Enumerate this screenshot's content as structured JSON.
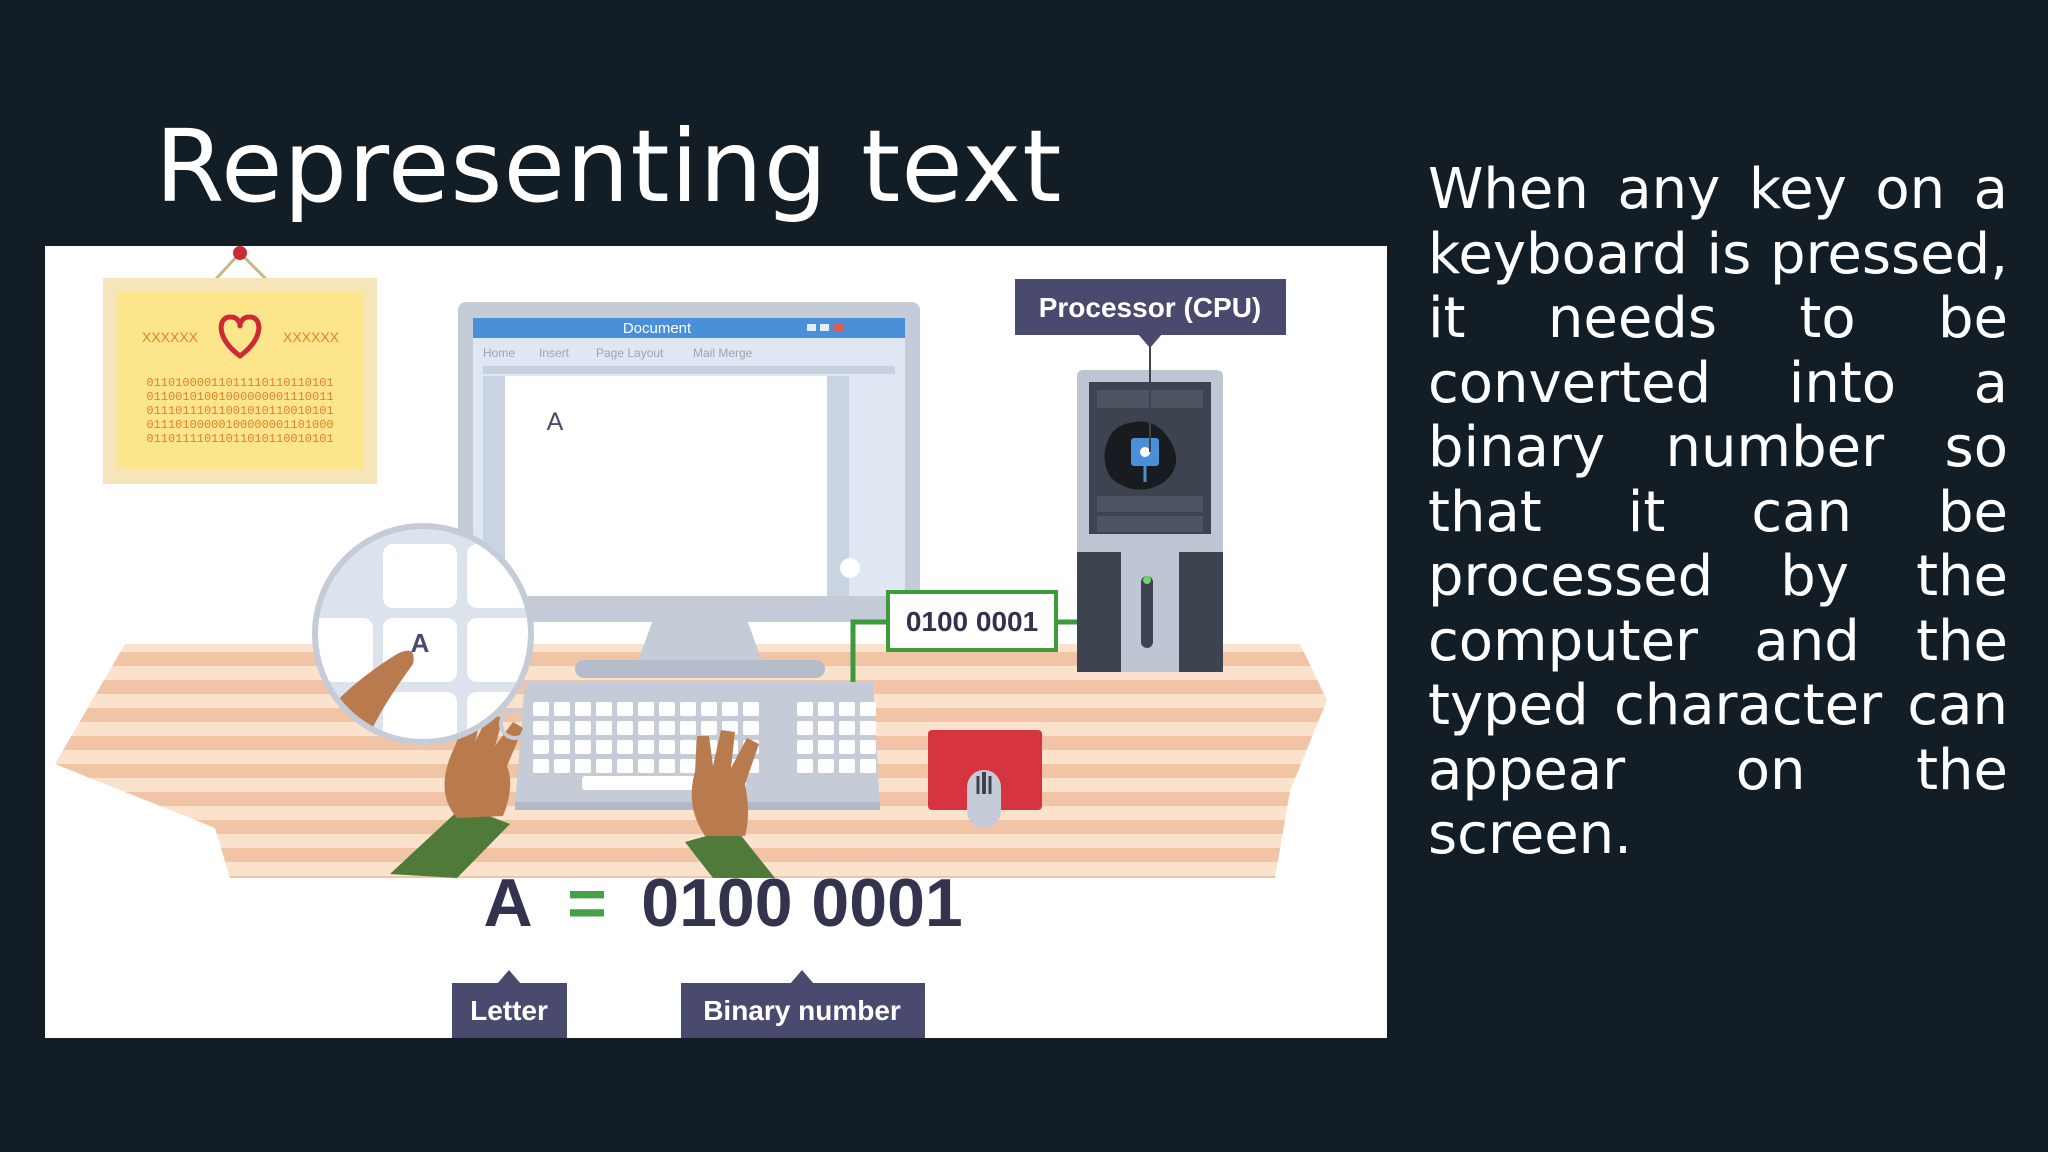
{
  "slide": {
    "title": "Representing text",
    "body": "When any key on a keyboard is pressed, it needs to be converted into a binary number so that it can be processed by the computer and the typed character can appear on the screen."
  },
  "illustration": {
    "frame": {
      "placeholder_left": "XXXXXX",
      "placeholder_right": "XXXXXX",
      "binary_rows": [
        "01101000011011110110110101",
        "01100101001000000001110011",
        "01110111011001010110010101",
        "01110100000100000001101000",
        "01101111011011010110010101"
      ]
    },
    "document_window": {
      "title": "Document",
      "menu": [
        "Home",
        "Insert",
        "Page Layout",
        "Mail Merge"
      ],
      "typed_character": "A"
    },
    "key_label": "A",
    "cpu_label": "Processor (CPU)",
    "signal_label": "0100 0001",
    "equation": {
      "letter": "A",
      "equals": "=",
      "binary": "0100 0001",
      "letter_caption": "Letter",
      "binary_caption": "Binary number"
    },
    "colors": {
      "desk_light": "#fbe2cc",
      "desk_stripe": "#f1c4a6",
      "monitor_gray": "#c6ccd7",
      "titlebar_blue": "#4a90d9",
      "connector_green": "#3d9a3d",
      "equals_green": "#46a046",
      "label_navy": "#4a4a6e",
      "mousepad_red": "#d6343f",
      "frame_yellow": "#fde58c",
      "binary_orange": "#e0832a",
      "heart_red": "#cc2a36"
    }
  }
}
